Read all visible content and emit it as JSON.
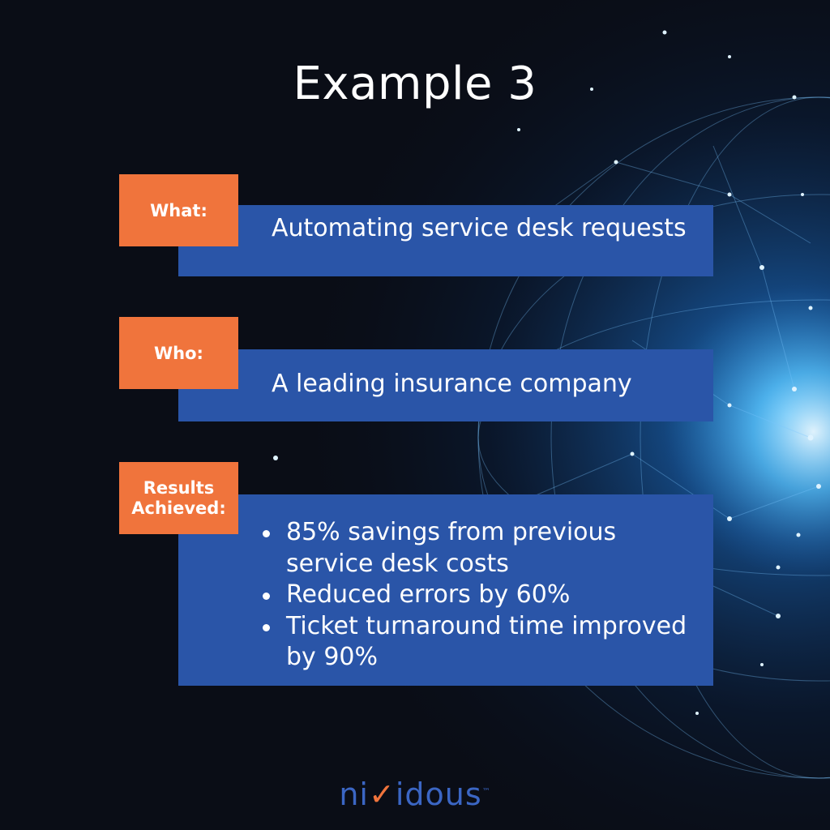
{
  "title": "Example 3",
  "sections": {
    "what": {
      "label": "What:",
      "text": "Automating service desk requests"
    },
    "who": {
      "label": "Who:",
      "text": "A leading insurance company"
    },
    "results": {
      "label_line1": "Results",
      "label_line2": "Achieved:",
      "items": [
        "85% savings from previous service desk costs",
        "Reduced errors by 60%",
        "Ticket turnaround time improved by 90%"
      ]
    }
  },
  "logo": {
    "pre": "ni",
    "check": "✓",
    "post": "idous",
    "tm": "™"
  },
  "colors": {
    "panel": "#2a55a8",
    "tag": "#f0743c",
    "logo": "#3b66c4"
  }
}
